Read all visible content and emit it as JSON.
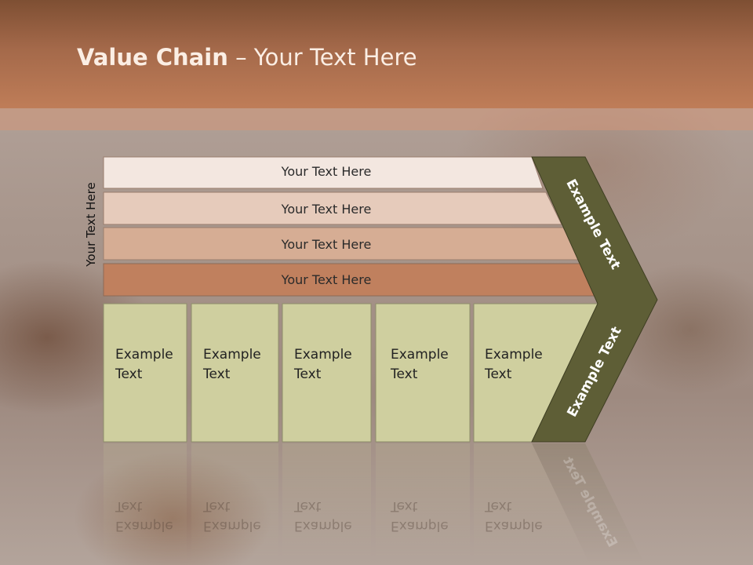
{
  "slide": {
    "title_bold": "Value Chain",
    "title_rest": " – Your Text Here",
    "side_label": "Your Text Here"
  },
  "bars": [
    {
      "label": "Your Text Here",
      "color": "#f3e7e0"
    },
    {
      "label": "Your Text Here",
      "color": "#e6cbbb"
    },
    {
      "label": "Your Text Here",
      "color": "#d6ad94"
    },
    {
      "label": "Your Text Here",
      "color": "#c0805e"
    }
  ],
  "columns": [
    {
      "label": "Example\nText"
    },
    {
      "label": "Example\nText"
    },
    {
      "label": "Example\nText"
    },
    {
      "label": "Example\nText"
    },
    {
      "label": "Example\nText"
    }
  ],
  "column_color": "#cfcf9f",
  "chevron": {
    "color": "#5e5e36",
    "upper_label": "Example Text",
    "lower_label": "Example Text"
  }
}
